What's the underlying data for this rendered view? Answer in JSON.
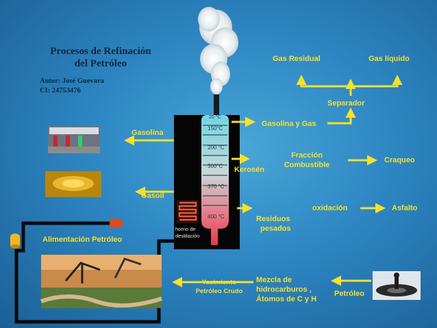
{
  "title": {
    "line1": "Procesos  de  Refinación",
    "line2": "del  Petróleo"
  },
  "author": {
    "name": "Autor: José Guevara",
    "ci": "CI: 24753476"
  },
  "products": {
    "gas_residual": "Gas Residual",
    "gas_liquido": "Gas líquido",
    "separador": "Separador",
    "gasolina_gas": "Gasolina y Gas",
    "gasolina": "Gasolina",
    "fraccion_1": "Fracción",
    "fraccion_2": "Combustible",
    "craqueo": "Craqueo",
    "kerosen": "Kerosén",
    "gasoil": "Gasoil",
    "oxidacion": "oxidación",
    "asfalto": "Asfalto",
    "residuos_1": "Residuos",
    "residuos_2": "pesados"
  },
  "column": {
    "temps": [
      "20 °C",
      "150°C",
      "200 °C",
      "300°C",
      "370 °C",
      "400 °C"
    ],
    "horno_1": "horno de",
    "horno_2": "destilación"
  },
  "feed": {
    "alimentacion": "Alimentación  Petróleo"
  },
  "bottom": {
    "yacimiento_1": "Yacimiento",
    "yacimiento_2": "Petróleo Crudo",
    "mezcla_1": "Mezcla de",
    "mezcla_2": "hidrocarburos ,",
    "mezcla_3": "Átomos  de C y H",
    "petroleo": "Petróleo"
  },
  "colors": {
    "label": "#f5e12a",
    "arrow": "#f5e12a",
    "pipe": "#0b0b0b",
    "tower_bg": "#050505"
  }
}
